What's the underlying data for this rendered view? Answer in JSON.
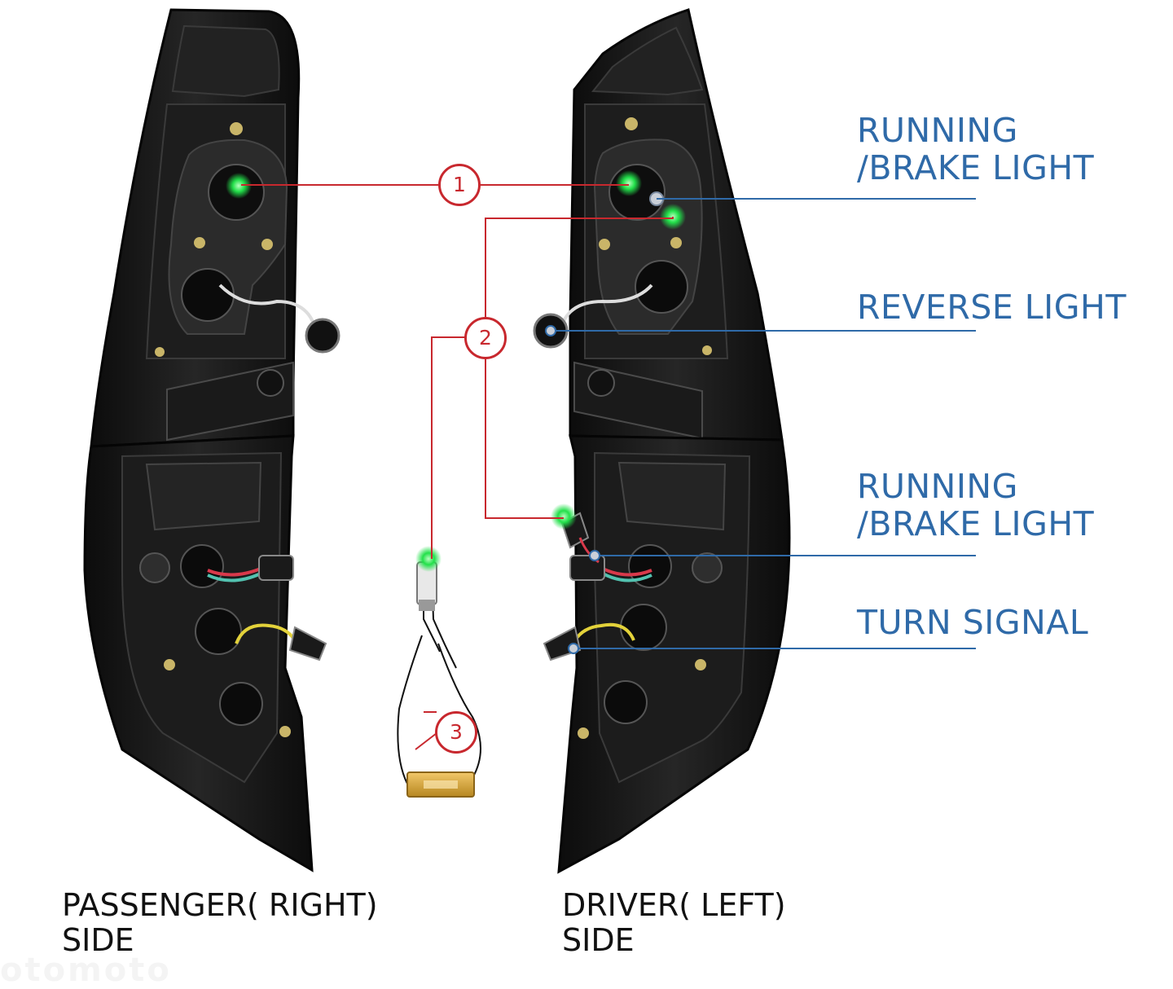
{
  "labels": {
    "running_brake_top_line1": "RUNNING",
    "running_brake_top_line2": "/BRAKE LIGHT",
    "reverse": "REVERSE LIGHT",
    "running_brake_bottom_line1": "RUNNING",
    "running_brake_bottom_line2": "/BRAKE LIGHT",
    "turn": "TURN SIGNAL"
  },
  "sides": {
    "passenger_line1": "PASSENGER( RIGHT)",
    "passenger_line2": "SIDE",
    "driver_line1": "DRIVER( LEFT)",
    "driver_line2": "SIDE"
  },
  "markers": [
    "1",
    "2",
    "3"
  ],
  "watermark": "otomoto",
  "colors": {
    "label_blue": "#2f6aa8",
    "callout_red": "#c8282e",
    "led_green": "#22e04a",
    "housing_black": "#161616"
  }
}
